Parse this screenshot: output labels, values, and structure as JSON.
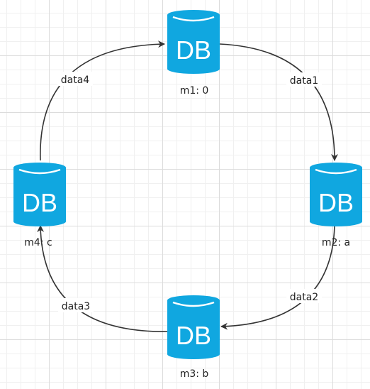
{
  "colors": {
    "db_fill": "#10a7e0",
    "db_text": "#ffffff",
    "edge": "#333333"
  },
  "nodes": [
    {
      "id": "m1",
      "icon": "database-icon",
      "db_text": "DB",
      "label": "m1:  0"
    },
    {
      "id": "m2",
      "icon": "database-icon",
      "db_text": "DB",
      "label": "m2:  a"
    },
    {
      "id": "m3",
      "icon": "database-icon",
      "db_text": "DB",
      "label": "m3:  b"
    },
    {
      "id": "m4",
      "icon": "database-icon",
      "db_text": "DB",
      "label": "m4:  c"
    }
  ],
  "edges": [
    {
      "from": "m1",
      "to": "m2",
      "label": "data1"
    },
    {
      "from": "m2",
      "to": "m3",
      "label": "data2"
    },
    {
      "from": "m3",
      "to": "m4",
      "label": "data3"
    },
    {
      "from": "m4",
      "to": "m1",
      "label": "data4"
    }
  ]
}
